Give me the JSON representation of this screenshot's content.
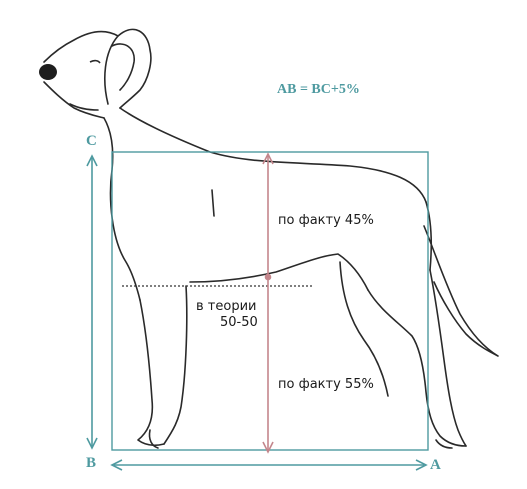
{
  "formula": "AB = BC+5%",
  "points": {
    "a": "A",
    "b": "B",
    "c": "C"
  },
  "labels": {
    "top": "по факту 45%",
    "middle_line1": "в теории",
    "middle_line2": "50-50",
    "bottom": "по факту 55%"
  },
  "colors": {
    "teal": "#4e9aa0",
    "rose": "#c4868c",
    "outline": "#2a2a2a"
  }
}
